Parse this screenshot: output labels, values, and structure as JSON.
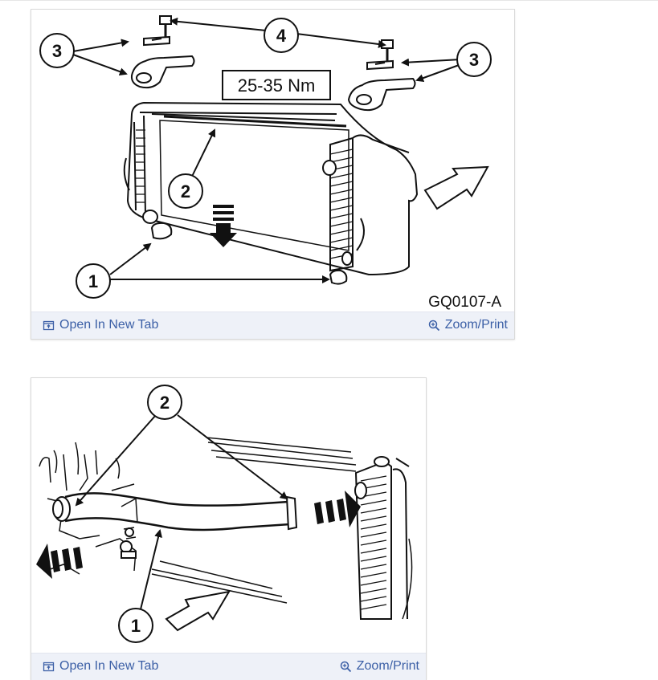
{
  "colors": {
    "link": "#3b5fa6",
    "toolbar": "#eef1f8",
    "ink": "#111111"
  },
  "icons": {
    "open_tab": "open-new-tab-icon",
    "zoom": "zoom-in-icon"
  },
  "figures": [
    {
      "callouts": {
        "c1": "1",
        "c2": "2",
        "c3a": "3",
        "c3b": "3",
        "c4": "4"
      },
      "torque_label": "25-35 Nm",
      "figure_code": "GQ0107-A",
      "open_label": "Open In New Tab",
      "zoom_label": "Zoom/Print"
    },
    {
      "callouts": {
        "c1": "1",
        "c2": "2"
      },
      "open_label": "Open In New Tab",
      "zoom_label": "Zoom/Print"
    }
  ]
}
